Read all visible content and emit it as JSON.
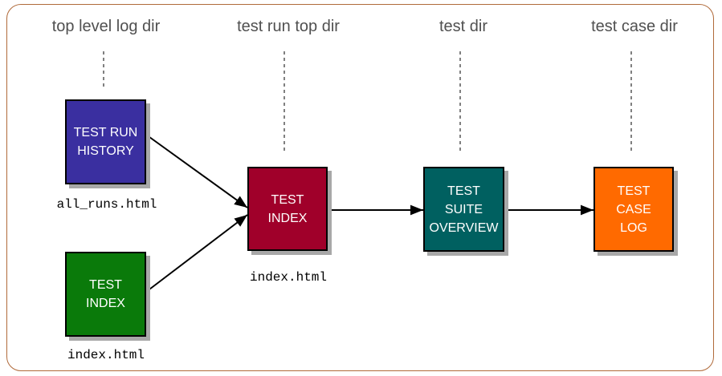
{
  "columns": [
    {
      "label": "top level log dir"
    },
    {
      "label": "test run top dir"
    },
    {
      "label": "test dir"
    },
    {
      "label": "test case dir"
    }
  ],
  "nodes": [
    {
      "id": "test-run-history",
      "label": "TEST RUN\nHISTORY",
      "color": "#3a2fa0"
    },
    {
      "id": "test-index-small",
      "label": "TEST\nINDEX",
      "color": "#0a7a0a"
    },
    {
      "id": "test-index-main",
      "label": "TEST\nINDEX",
      "color": "#a0002a"
    },
    {
      "id": "test-suite-overview",
      "label": "TEST\nSUITE\nOVERVIEW",
      "color": "#006060"
    },
    {
      "id": "test-case-log",
      "label": "TEST\nCASE\nLOG",
      "color": "#ff6a00"
    }
  ],
  "files": [
    {
      "label": "all_runs.html"
    },
    {
      "label": "index.html"
    },
    {
      "label": "index.html"
    }
  ],
  "edges": [
    {
      "from": "test-run-history",
      "to": "test-index-main"
    },
    {
      "from": "test-index-small",
      "to": "test-index-main"
    },
    {
      "from": "test-index-main",
      "to": "test-suite-overview"
    },
    {
      "from": "test-suite-overview",
      "to": "test-case-log"
    }
  ]
}
